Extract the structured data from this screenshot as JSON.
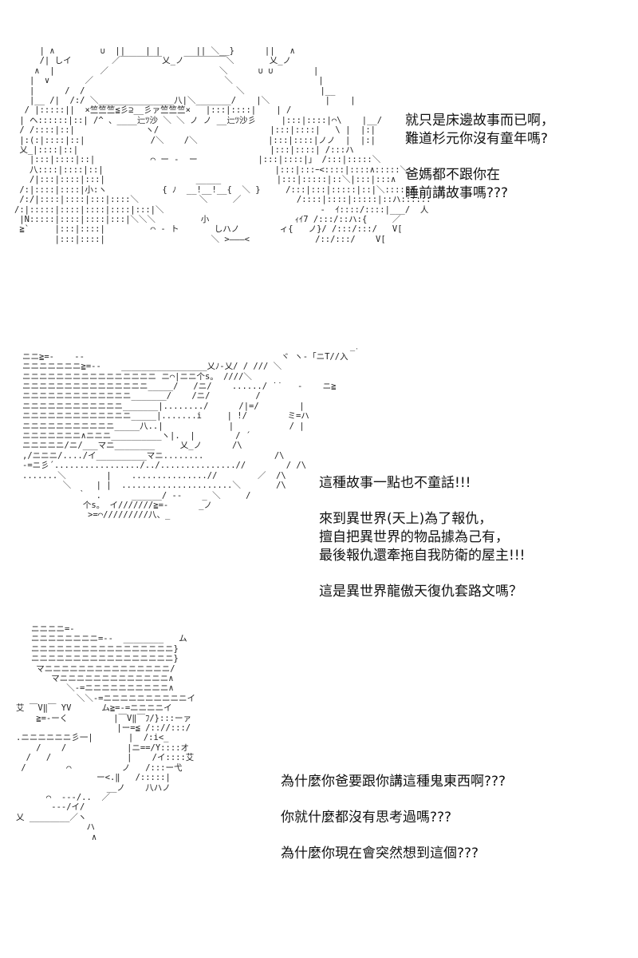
{
  "panels": [
    {
      "lines": [
        "就只是床邊故事而已啊，",
        "難道杉元你沒有童年嗎?",
        "",
        "爸媽都不跟你在",
        "睡前講故事嗎???"
      ]
    },
    {
      "lines": [
        "這種故事一點也不童話!!!",
        "",
        "來到異世界(天上)為了報仇，",
        "擅自把異世界的物品據為己有，",
        "最後報仇還牽拖自我防衛的屋主!!!",
        "",
        "這是異世界龍傲天復仇套路文嗎？"
      ]
    },
    {
      "lines": [
        "為什麼你爸要跟你講這種鬼東西啊???",
        "",
        "你就什麼都沒有思考過嗎???",
        "",
        "為什麼你現在會突然想到這個???"
      ]
    }
  ]
}
